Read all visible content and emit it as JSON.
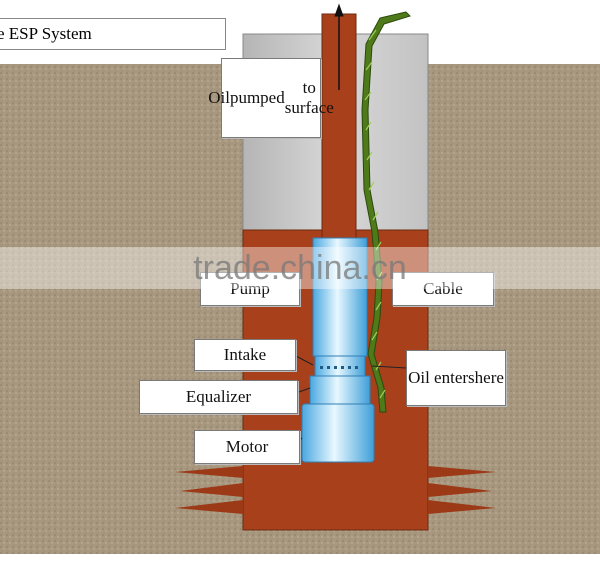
{
  "title": "e ESP System",
  "labels": {
    "oil_pumped": [
      "Oil",
      "pumped",
      "to surface"
    ],
    "pump": "Pump",
    "cable": "Cable",
    "intake": "Intake",
    "oil_enters": [
      "Oil enters",
      "here"
    ],
    "equalizer": "Equalizer",
    "motor": "Motor"
  },
  "watermark": "trade.china.cn",
  "colors": {
    "ground": "#a89880",
    "casing": "#c8c8c8",
    "well_fluid": "#a8401c",
    "equipment": "#8fd6f2",
    "cable": "#4e7a1a"
  }
}
